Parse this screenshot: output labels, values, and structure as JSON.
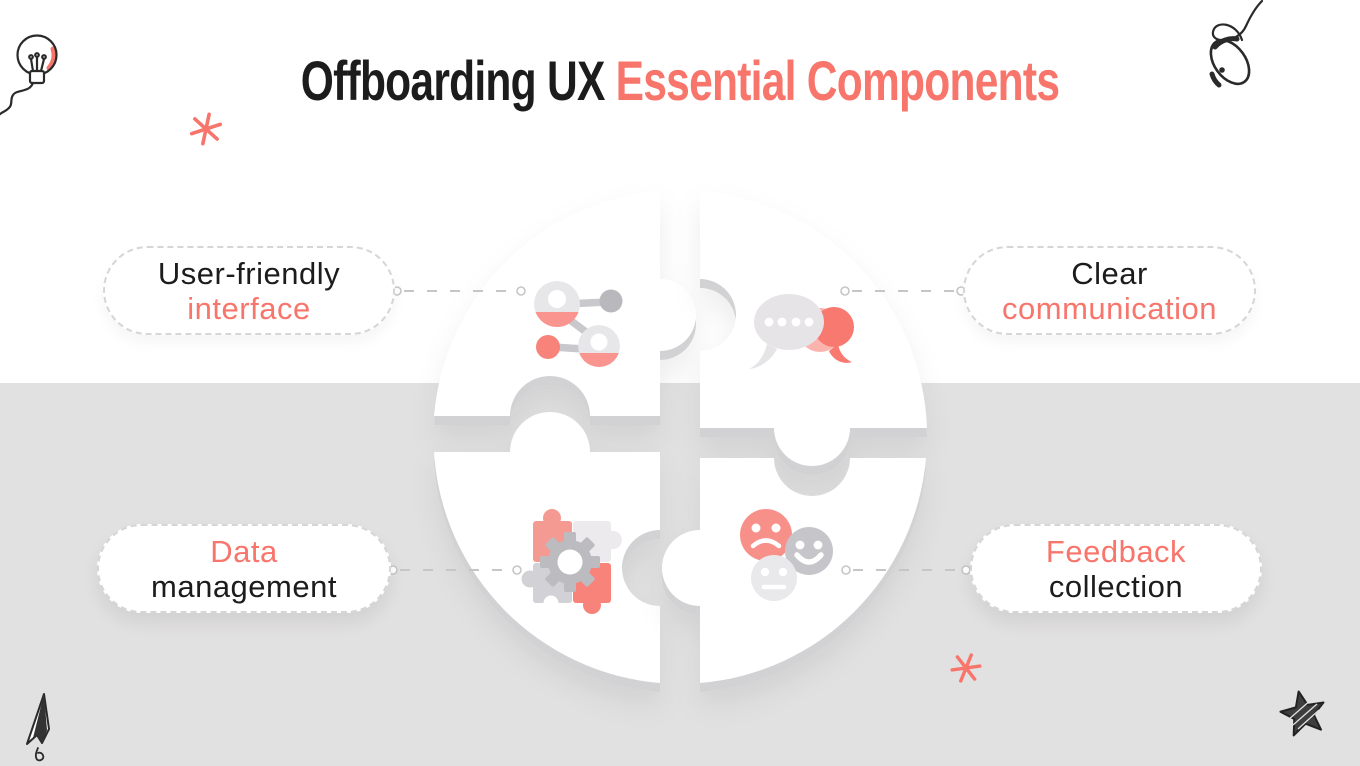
{
  "slide": {
    "title": {
      "prefix": "Offboarding UX ",
      "highlight": "Essential Components"
    }
  },
  "colors": {
    "accent": "#F8756C",
    "accent_light": "#FBB3AD",
    "ink": "#1C1C1C",
    "bottom_band": "#E2E1E1",
    "dash_line": "#C7C6C6",
    "icon_gray_mid": "#C6C5CA",
    "icon_gray_light": "#E8E6EA"
  },
  "components": [
    {
      "id": "user-friendly-interface",
      "position": "top-left",
      "icon": "user-network-icon",
      "line1": "User-friendly",
      "line2": "interface"
    },
    {
      "id": "clear-communication",
      "position": "top-right",
      "icon": "chat-bubbles-icon",
      "line1": "Clear",
      "line2": "communication"
    },
    {
      "id": "data-management",
      "position": "bottom-left",
      "icon": "gear-puzzle-icon",
      "line1": "Data",
      "line2": "management"
    },
    {
      "id": "feedback-collection",
      "position": "bottom-right",
      "icon": "emoji-faces-icon",
      "line1": "Feedback",
      "line2": "collection"
    }
  ],
  "decorations": {
    "top_left": "lightbulb-doodle",
    "top_right": "mouse-doodle",
    "bottom_left": "paper-plane-doodle",
    "bottom_right": "star-doodle",
    "accents": [
      "asterisk-top-left",
      "asterisk-bottom-right"
    ]
  }
}
